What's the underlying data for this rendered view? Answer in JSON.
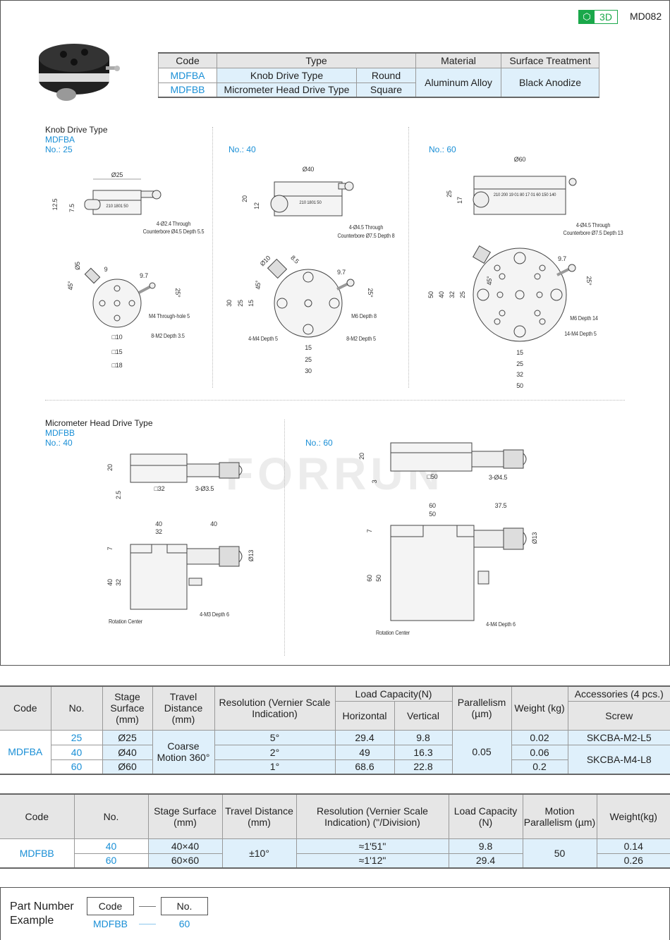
{
  "header": {
    "badge_3d": "3D",
    "code": "MD082",
    "colors": {
      "accent_blue": "#1a8fd6",
      "badge_green": "#1aa84a",
      "highlight": "#dff0fb"
    }
  },
  "spec_table": {
    "headers": [
      "Code",
      "Type",
      "Material",
      "Surface Treatment"
    ],
    "rows": [
      {
        "code": "MDFBA",
        "type": "Knob Drive Type",
        "shape": "Round"
      },
      {
        "code": "MDFBB",
        "type": "Micrometer Head Drive Type",
        "shape": "Square"
      }
    ],
    "material": "Aluminum Alloy",
    "surface": "Black Anodize"
  },
  "drawings": {
    "knob": {
      "title": "Knob Drive Type",
      "code": "MDFBA",
      "no25": "No.: 25",
      "no40": "No.: 40",
      "no60": "No.: 60",
      "d25": [
        "Ø25",
        "12.5",
        "7.5",
        "4-Ø2.4 Through",
        "Counterbore Ø4.5 Depth 5.5",
        "Ø5",
        "9",
        "9.7",
        "45°",
        "25°",
        "M4 Through-hole 5",
        "8-M2 Depth 3.5",
        "□10",
        "□15",
        "□18"
      ],
      "d40": [
        "Ø40",
        "20",
        "12",
        "4-Ø4.5 Through",
        "Counterbore Ø7.5 Depth 8",
        "Ø10",
        "8.5",
        "9.7",
        "45°",
        "25°",
        "30",
        "25",
        "15",
        "M6 Depth 8",
        "4-M4 Depth 5",
        "8-M2 Depth 5",
        "15",
        "25",
        "30"
      ],
      "d60": [
        "Ø60",
        "25",
        "17",
        "4-Ø4.5 Through",
        "Counterbore Ø7.5 Depth 13",
        "9.7",
        "45°",
        "25°",
        "50",
        "40",
        "32",
        "25",
        "M6 Depth 14",
        "14-M4 Depth 5",
        "15",
        "25",
        "32",
        "50"
      ],
      "scale25": "210   1801   50",
      "scale40": "210   1801   50",
      "scale60": "210 200 19 01 80 17 01 60 150 140"
    },
    "micro": {
      "title": "Micrometer Head Drive Type",
      "code": "MDFBB",
      "no40": "No.: 40",
      "no60": "No.: 60",
      "d40": [
        "20",
        "2.5",
        "□32",
        "3-Ø3.5",
        "40",
        "32",
        "40",
        "7",
        "Ø13",
        "40",
        "32",
        "4-M3 Depth 6",
        "Rotation Center"
      ],
      "d60": [
        "20",
        "3",
        "□50",
        "3-Ø4.5",
        "60",
        "50",
        "37.5",
        "7",
        "Ø13",
        "60",
        "50",
        "4-M4 Depth 6",
        "Rotation Center"
      ]
    },
    "watermark": "FORRUN"
  },
  "table1": {
    "headers": {
      "code": "Code",
      "no": "No.",
      "stage": "Stage Surface (mm)",
      "travel": "Travel Distance (mm)",
      "resolution": "Resolution (Vernier Scale Indication)",
      "load": "Load Capacity(N)",
      "horizontal": "Horizontal",
      "vertical": "Vertical",
      "parallelism": "Parallelism (µm)",
      "weight": "Weight (kg)",
      "accessories": "Accessories (4 pcs.)",
      "screw": "Screw"
    },
    "code": "MDFBA",
    "travel": "Coarse Motion 360°",
    "parallelism": "0.05",
    "rows": [
      {
        "no": "25",
        "stage": "Ø25",
        "resolution": "5°",
        "horizontal": "29.4",
        "vertical": "9.8",
        "weight": "0.02"
      },
      {
        "no": "40",
        "stage": "Ø40",
        "resolution": "2°",
        "horizontal": "49",
        "vertical": "16.3",
        "weight": "0.06"
      },
      {
        "no": "60",
        "stage": "Ø60",
        "resolution": "1°",
        "horizontal": "68.6",
        "vertical": "22.8",
        "weight": "0.2"
      }
    ],
    "screws": [
      "SKCBA-M2-L5",
      "SKCBA-M4-L8"
    ]
  },
  "table2": {
    "headers": {
      "code": "Code",
      "no": "No.",
      "stage": "Stage Surface (mm)",
      "travel": "Travel Distance (mm)",
      "resolution": "Resolution (Vernier Scale Indication) (\"/Division)",
      "load": "Load Capacity (N)",
      "parallelism": "Motion Parallelism (µm)",
      "weight": "Weight(kg)"
    },
    "code": "MDFBB",
    "travel": "±10°",
    "parallelism": "50",
    "rows": [
      {
        "no": "40",
        "stage": "40×40",
        "resolution": "≈1'51\"",
        "load": "9.8",
        "weight": "0.14"
      },
      {
        "no": "60",
        "stage": "60×60",
        "resolution": "≈1'12\"",
        "load": "29.4",
        "weight": "0.26"
      }
    ]
  },
  "part_number": {
    "label_line1": "Part Number",
    "label_line2": "Example",
    "code_label": "Code",
    "no_label": "No.",
    "code_value": "MDFBB",
    "no_value": "60"
  }
}
